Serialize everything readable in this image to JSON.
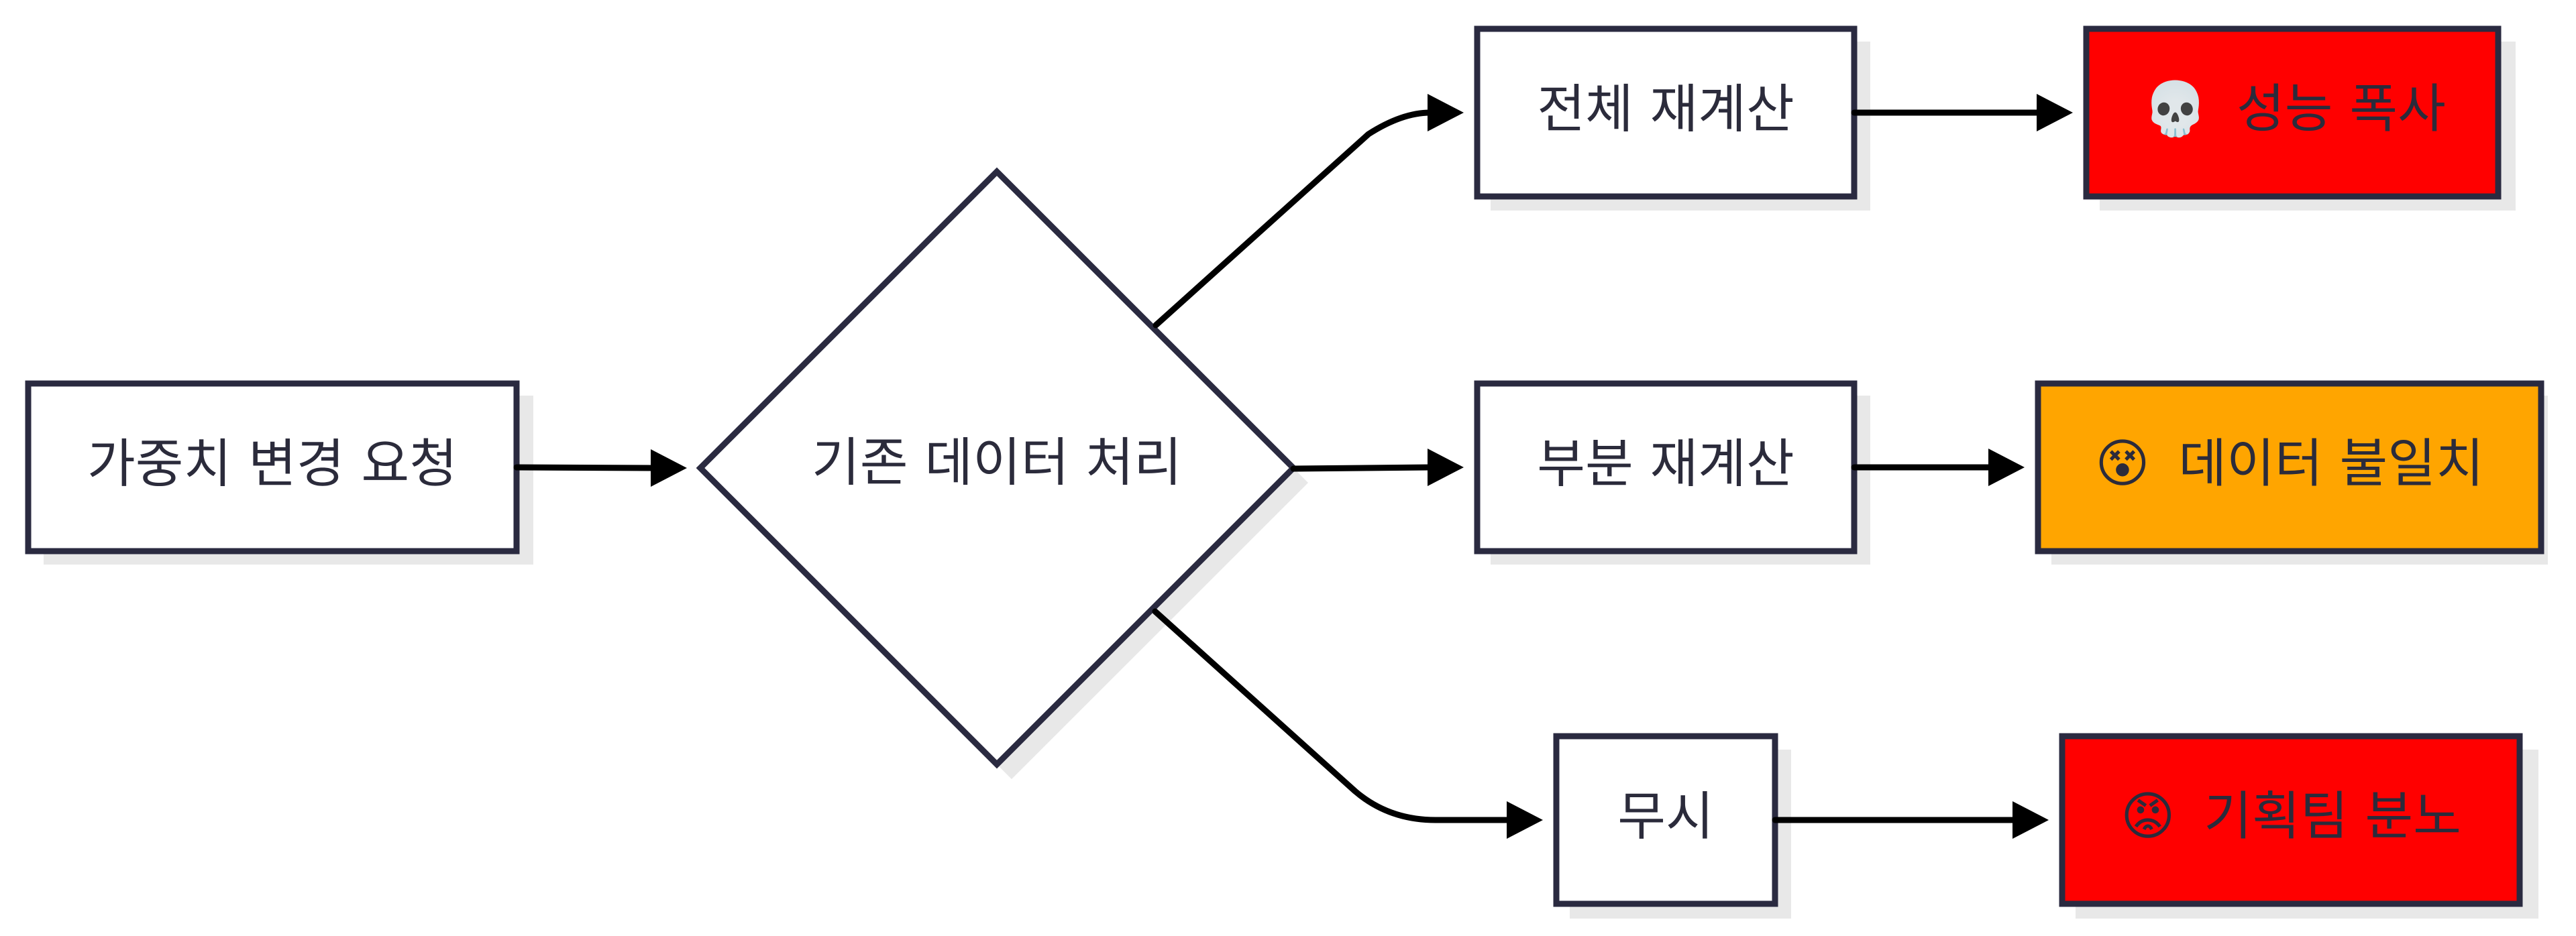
{
  "nodes": {
    "start": {
      "label": "가중치 변경 요청"
    },
    "decision": {
      "label": "기존 데이터 처리"
    },
    "full": {
      "label": "전체 재계산"
    },
    "partial": {
      "label": "부분 재계산"
    },
    "ignore": {
      "label": "무시"
    },
    "perf": {
      "label": "성능 폭사",
      "emoji": "💀",
      "emoji_icon": "skull-icon",
      "fill": "#ff0000"
    },
    "mismatch": {
      "label": "데이터 불일치",
      "emoji": "😵",
      "emoji_icon": "dizzy-face-icon",
      "fill": "#ffa500"
    },
    "angry": {
      "label": "기획팀 분노",
      "emoji": "😡",
      "emoji_icon": "angry-face-icon",
      "fill": "#ff0000"
    }
  },
  "colors": {
    "stroke": "#2a2a40",
    "node_fill": "#ffffff",
    "edge": "#000000"
  }
}
